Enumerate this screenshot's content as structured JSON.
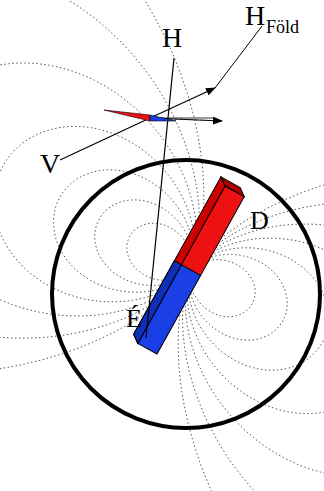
{
  "diagram": {
    "labels": [
      "H",
      "H",
      "Föld",
      "V",
      "D",
      "É"
    ]
  }
}
